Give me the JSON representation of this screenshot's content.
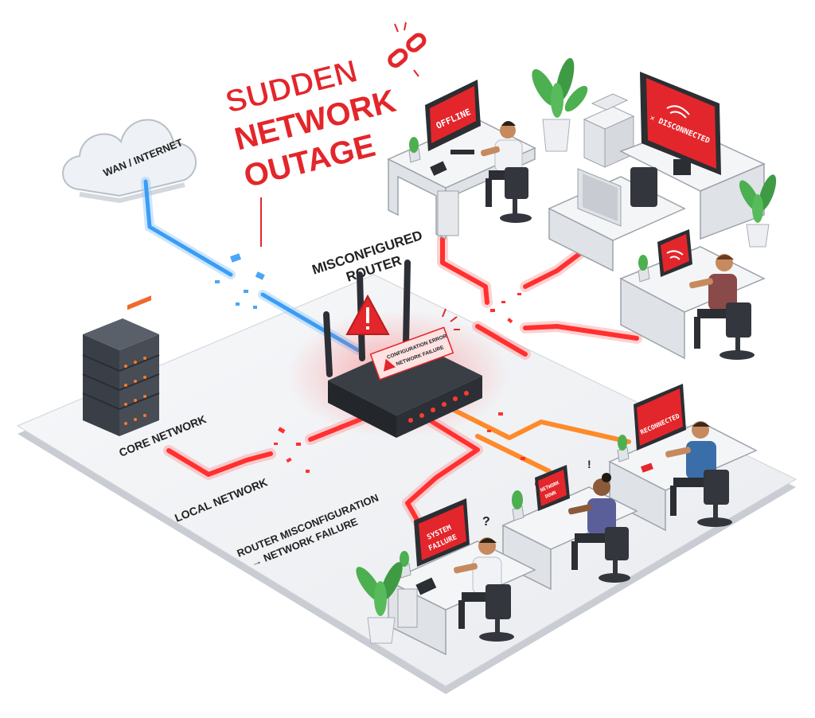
{
  "title": {
    "line1": "SUDDEN",
    "line2": "NETWORK",
    "line3": "OUTAGE"
  },
  "labels": {
    "wan": "WAN / INTERNET",
    "router": [
      "MISCONFIGURED",
      "ROUTER"
    ],
    "core": "CORE NETWORK",
    "local": "LOCAL NETWORK",
    "caption": [
      "ROUTER MISCONFIGURATION",
      "→ NETWORK FAILURE"
    ]
  },
  "router_alert": [
    "CONFIGURATION ERROR",
    "NETWORK FAILURE"
  ],
  "screens": {
    "offline": "OFFLINE",
    "disconnected": "✕ DISCONNECTED",
    "reconnecting": "RECONNECTED",
    "network_down": [
      "NETWORK",
      "DOWN"
    ],
    "system_failure": [
      "SYSTEM",
      "FAILURE"
    ]
  },
  "icons": [
    "cloud-icon",
    "broken-link-icon",
    "warning-icon",
    "wifi-icon",
    "server-icon",
    "plant-icon"
  ],
  "colors": {
    "alert": "#e3262b",
    "cable_red": "#ff3030",
    "cable_blue": "#3a9df5",
    "cable_orange": "#ff8a2a",
    "floor": "#f2f3f5"
  }
}
